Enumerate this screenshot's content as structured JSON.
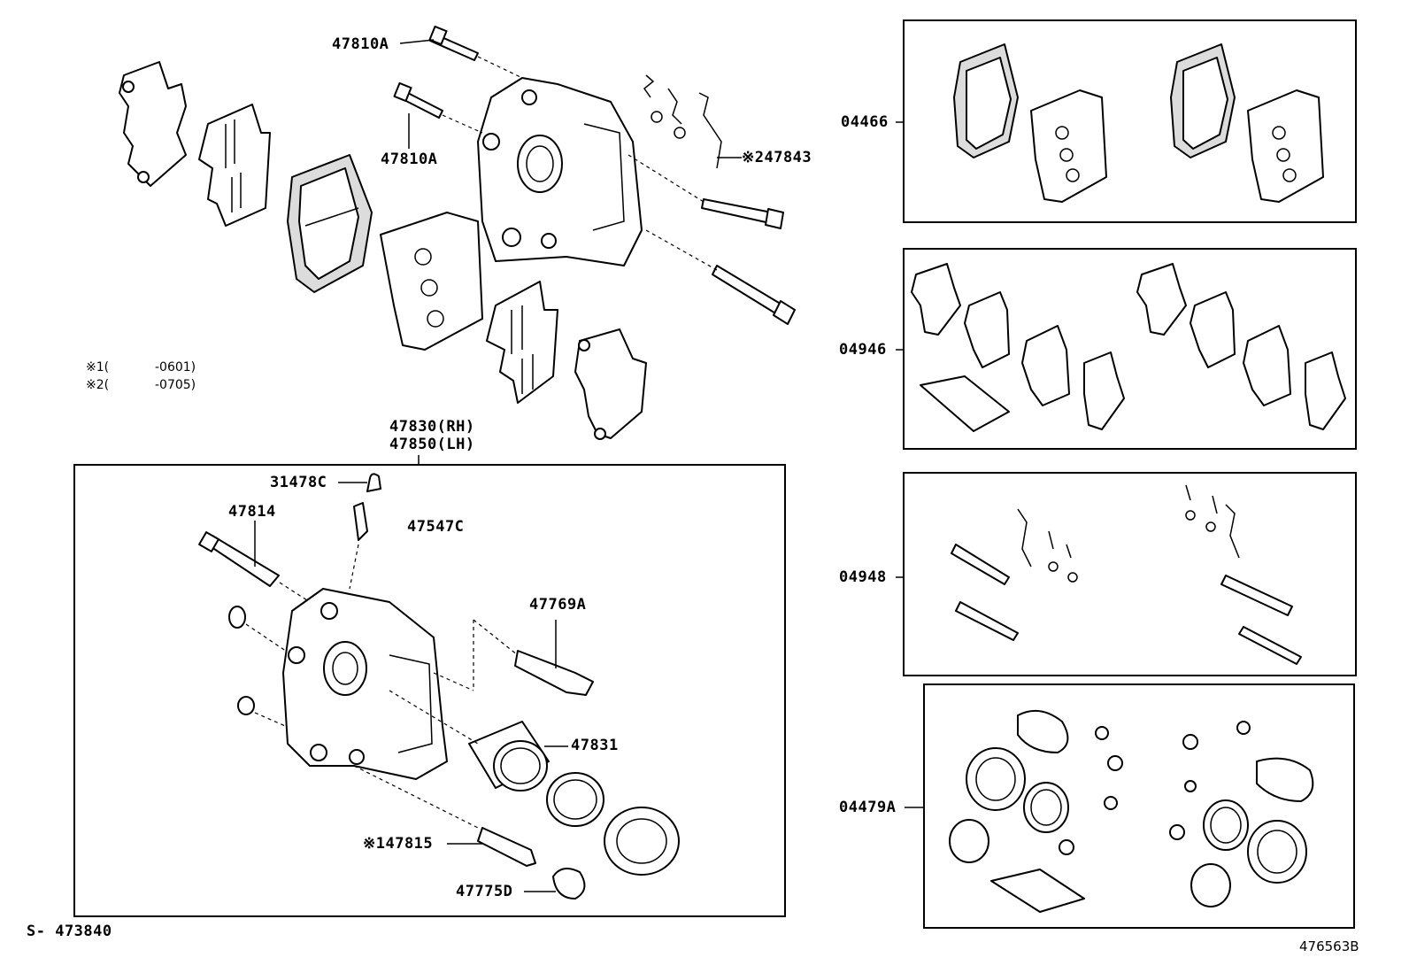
{
  "labels": {
    "l47810A_top": "47810A",
    "l47810A_mid": "47810A",
    "l47843": "※247843",
    "l47830": "47830(RH)",
    "l47850": "47850(LH)",
    "l31478C": "31478C",
    "l47814": "47814",
    "l47547C": "47547C",
    "l47769A": "47769A",
    "l47831": "47831",
    "l47815": "※147815",
    "l47775D": "47775D",
    "l04466": "04466",
    "l04946": "04946",
    "l04948": "04948",
    "l04479A": "04479A"
  },
  "notes": {
    "n1_mark": "※1(",
    "n1_code": "-0601)",
    "n2_mark": "※2(",
    "n2_code": "-0705)"
  },
  "footer": {
    "ref": "S- 473840",
    "figure": "476563B"
  }
}
